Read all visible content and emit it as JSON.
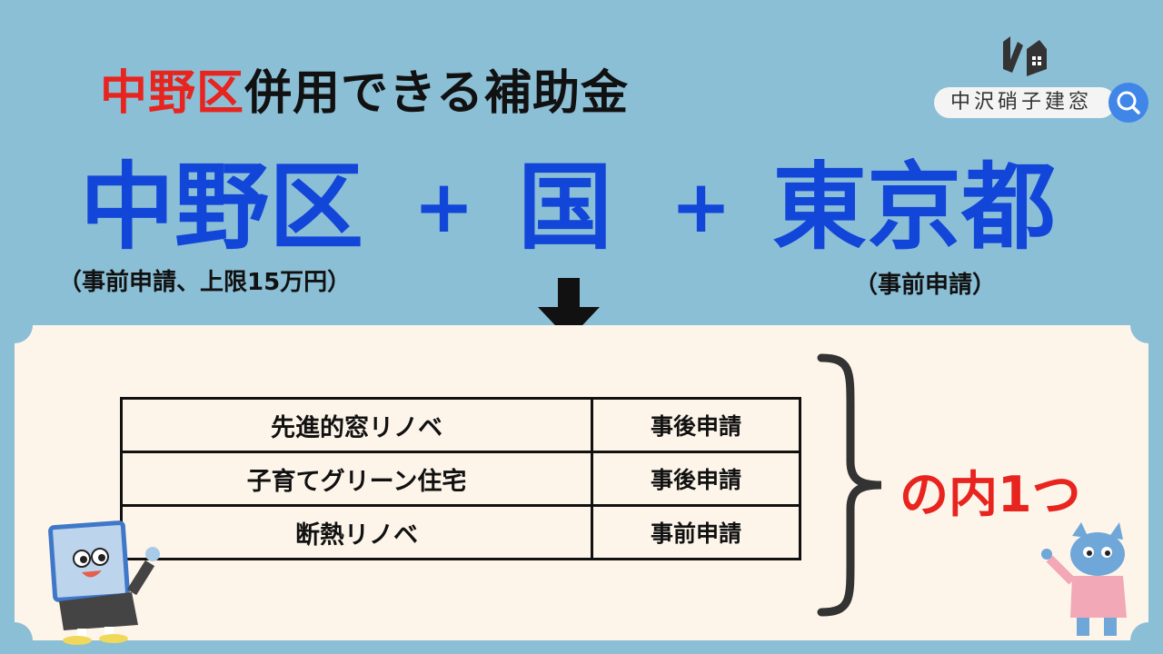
{
  "title": {
    "highlight": "中野区",
    "rest": "併用できる補助金"
  },
  "sources": {
    "ward": "中野区",
    "plus1": "+",
    "national": "国",
    "plus2": "+",
    "tokyo": "東京都"
  },
  "notes": {
    "ward": "（事前申請、上限15万円）",
    "tokyo": "（事前申請）"
  },
  "table": [
    {
      "name": "先進的窓リノベ",
      "timing": "事後申請"
    },
    {
      "name": "子育てグリーン住宅",
      "timing": "事後申請"
    },
    {
      "name": "断熱リノベ",
      "timing": "事前申請"
    }
  ],
  "one_of": "の内1つ",
  "logo": {
    "name": "中沢硝子建窓"
  },
  "colors": {
    "background": "#8bbfd6",
    "panel": "#fef5ea",
    "blue": "#1246d9",
    "red": "#e8241f"
  }
}
